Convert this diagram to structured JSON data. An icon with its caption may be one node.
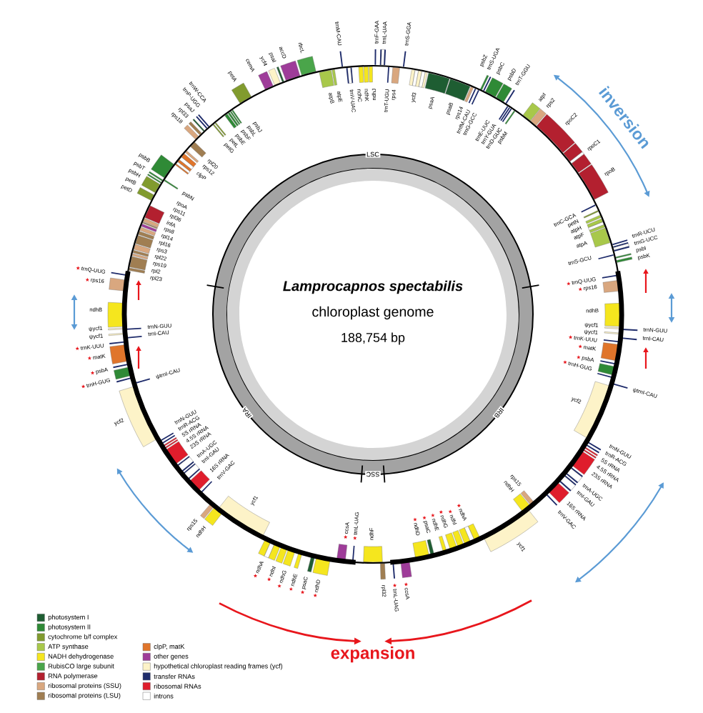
{
  "diagram": {
    "labels": [
      "Lamprocapnos spectabilis",
      "chloroplast genome",
      "188,754 bp",
      "LSC",
      "IRA",
      "SSC",
      "IRB",
      "inversion",
      "expansion",
      "ndhC",
      "ndhK",
      "ndhJ",
      "trnF-GAA",
      "trnL-UAA",
      "trnT-UGU",
      "rps4",
      "trnS-GGA",
      "ycf3",
      "psaA",
      "psaB",
      "rps14",
      "trnfM-CAU",
      "trnG-GCC",
      "psbZ",
      "trnS-UGA",
      "psbC",
      "psbD",
      "trnT-GGU",
      "trnE-UUC",
      "trnY-GUA",
      "trnD-GUC",
      "psbM",
      "atpI",
      "rps2",
      "rpoC2",
      "rpoC1",
      "rpoB",
      "trnC-GCA",
      "petN",
      "atpH",
      "atpF",
      "atpA",
      "trnR-UCU",
      "trnG-UCC",
      "trnS-GCU",
      "psbI",
      "psbK",
      "trnQ-UUG",
      "rps16",
      "ndhB",
      "ψycf1",
      "ψycf1",
      "trnN-GUU",
      "trnI-CAU",
      "trnK-UUU",
      "matK",
      "psbA",
      "trnH-GUG",
      "ψtrnI-CAU",
      "ycf2",
      "trnN-GUU",
      "trnR-ACG",
      "5S rRNA",
      "4.5S rRNA",
      "23S rRNA",
      "trnA-UGC",
      "trnI-GAU",
      "16S rRNA",
      "trnV-GAC",
      "ycf1",
      "rps15",
      "ndhH",
      "ndhA",
      "ndhI",
      "ndhG",
      "ndhE",
      "psaC",
      "ndhD",
      "ccsA",
      "trnL-UAG",
      "rpl32",
      "ndhF",
      "trnL-UAG",
      "ccsA",
      "ndhD",
      "psaC",
      "ndhE",
      "ndhG",
      "ndhI",
      "ndhA",
      "ndhH",
      "rps15",
      "ycf1",
      "trnV-GAC",
      "16S rRNA",
      "trnI-GAU",
      "trnA-UGC",
      "23S rRNA",
      "4.5S rRNA",
      "5S rRNA",
      "trnR-ACG",
      "trnN-GUU",
      "ycf2",
      "ψtrnI-CAU",
      "trnH-GUG",
      "psbA",
      "matK",
      "trnK-UUU",
      "trnI-CAU",
      "trnN-GUU",
      "ψycf1",
      "ψycf1",
      "ndhB",
      "rps16",
      "trnQ-UUG",
      "rpl23",
      "rpl2",
      "rps19",
      "rpl22",
      "rps3",
      "rpl16",
      "rpl14",
      "rps8",
      "infA",
      "rpl36",
      "rps11",
      "rpoA",
      "petD",
      "petB",
      "psbH",
      "psbN",
      "psbT",
      "psbB",
      "clpP",
      "rps12",
      "rpl20",
      "rps18",
      "rpl33",
      "psaJ",
      "trnP-UGG",
      "trnW-CCA",
      "petG",
      "petL",
      "psbE",
      "psbF",
      "psbL",
      "psbJ",
      "petA",
      "cemA",
      "ycf4",
      "psaI",
      "accD",
      "rbcL",
      "atpB",
      "atpE",
      "trnM-CAU",
      "trnV-UAC"
    ],
    "legend": [
      {
        "text": "photosystem I",
        "color": "#1e5d32"
      },
      {
        "text": "photosystem II",
        "color": "#2f8a36"
      },
      {
        "text": "cytochrome b/f complex",
        "color": "#819b2e"
      },
      {
        "text": "ATP synthase",
        "color": "#a8c84a"
      },
      {
        "text": "NADH dehydrogenase",
        "color": "#f5e61e"
      },
      {
        "text": "RubisCO large subunit",
        "color": "#4aa54a"
      },
      {
        "text": "RNA polymerase",
        "color": "#b3202f"
      },
      {
        "text": "ribosomal proteins (SSU)",
        "color": "#d9a77f"
      },
      {
        "text": "ribosomal proteins (LSU)",
        "color": "#a07e52"
      },
      {
        "text": "clpP, matK",
        "color": "#e0752b"
      },
      {
        "text": "other genes",
        "color": "#9e3c99"
      },
      {
        "text": "hypothetical chloroplast reading frames (ycf)",
        "color": "#fdf3c8"
      },
      {
        "text": "transfer RNAs",
        "color": "#1f2c6b"
      },
      {
        "text": "ribosomal RNAs",
        "color": "#df1d2c"
      },
      {
        "text": "introns",
        "color": "#ffffff"
      }
    ]
  }
}
